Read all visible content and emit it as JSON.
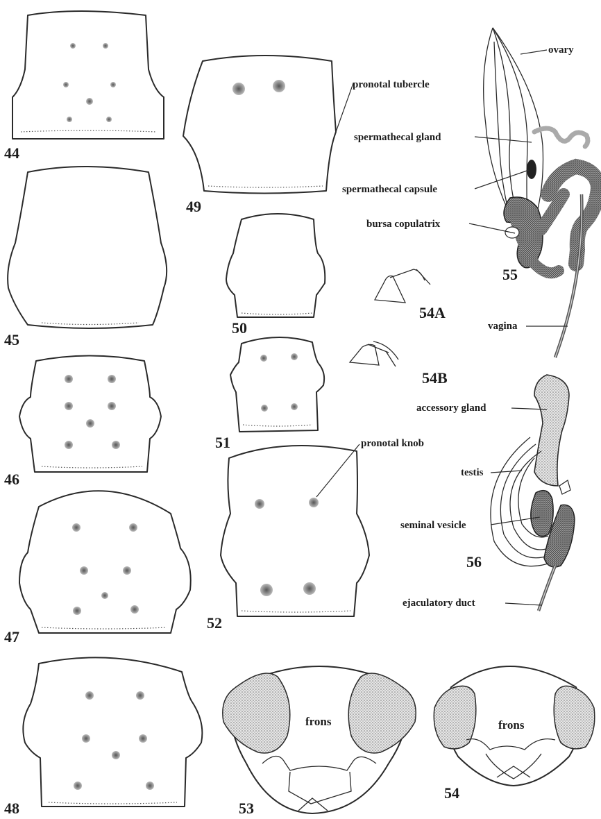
{
  "figures": {
    "f44": "44",
    "f45": "45",
    "f46": "46",
    "f47": "47",
    "f48": "48",
    "f49": "49",
    "f50": "50",
    "f51": "51",
    "f52": "52",
    "f53": "53",
    "f54": "54",
    "f54a": "54A",
    "f54b": "54B",
    "f55": "55",
    "f56": "56"
  },
  "labels": {
    "pronotal_tubercle": "pronotal tubercle",
    "pronotal_knob": "pronotal knob",
    "frons_53": "frons",
    "frons_54": "frons",
    "ovary": "ovary",
    "spermathecal_gland": "spermathecal gland",
    "spermathecal_capsule": "spermathecal capsule",
    "bursa_copulatrix": "bursa copulatrix",
    "vagina": "vagina",
    "accessory_gland": "accessory gland",
    "testis": "testis",
    "seminal_vesicle": "seminal vesicle",
    "ejaculatory_duct": "ejaculatory duct"
  },
  "colors": {
    "ink": "#2a2a2a",
    "stipple": "#8a8a8a",
    "paper": "#ffffff"
  }
}
